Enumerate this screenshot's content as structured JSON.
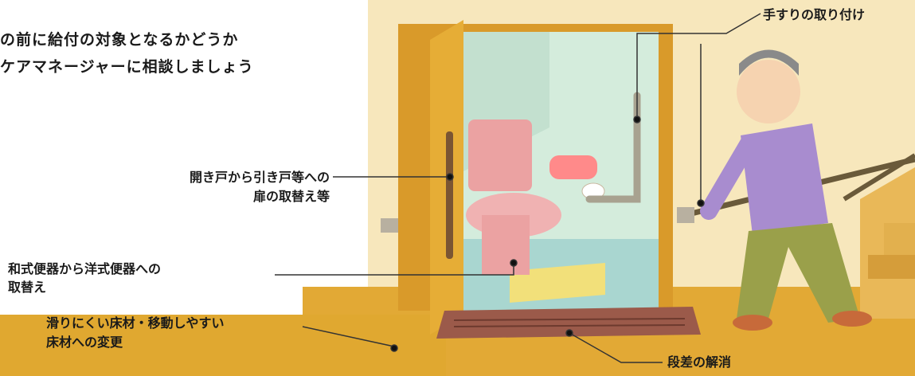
{
  "header": {
    "line1": "の前に給付の対象となるかどうか",
    "line2": "ケアマネージャーに相談しましょう"
  },
  "labels": {
    "handrail": "手すりの取り付け",
    "door_line1": "開き戸から引き戸等への",
    "door_line2": "扉の取替え等",
    "toilet_line1": "和式便器から洋式便器への",
    "toilet_line2": "取替え",
    "floor_line1": "滑りにくい床材・移動しやすい",
    "floor_line2": "床材への変更",
    "step": "段差の解消"
  },
  "colors": {
    "wall": "#f7e7bc",
    "floor": "#e0a830",
    "door_frame": "#d99a2a",
    "bathroom_wall": "#cfe8d8",
    "toilet": "#eba2a2",
    "sweater": "#a88ccf",
    "pants": "#9aa04a"
  }
}
